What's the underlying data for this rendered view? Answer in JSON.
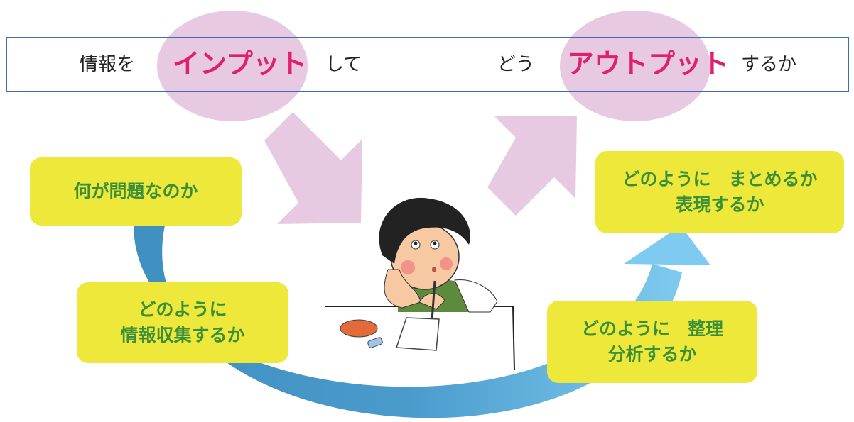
{
  "banner": {
    "prefix": "情報を",
    "input_keyword": "インプット",
    "connector": "して",
    "mid_text": "どう",
    "output_keyword": "アウトプット",
    "suffix": "するか"
  },
  "steps": {
    "problem": {
      "line1": "何が問題なのか"
    },
    "collect": {
      "line1": "どのように",
      "line2": "情報収集するか"
    },
    "analyze": {
      "line1": "どのように　整理",
      "line2": "分析するか"
    },
    "express": {
      "line1": "どのように　まとめるか",
      "line2": "表現するか"
    }
  },
  "colors": {
    "frame": "#3c6fb0",
    "keyword": "#e0206e",
    "highlight_ellipse": "#e8c9e2",
    "arrow_pink": "#e8c9e2",
    "box_fill": "#eee83a",
    "box_text": "#3a8f3a",
    "flow_dark": "#3f8fc0",
    "flow_light": "#7fcaf0"
  },
  "icons": [
    "input-arrow-icon",
    "output-arrow-icon",
    "process-flow-arrow-icon",
    "thinking-student-illustration"
  ]
}
